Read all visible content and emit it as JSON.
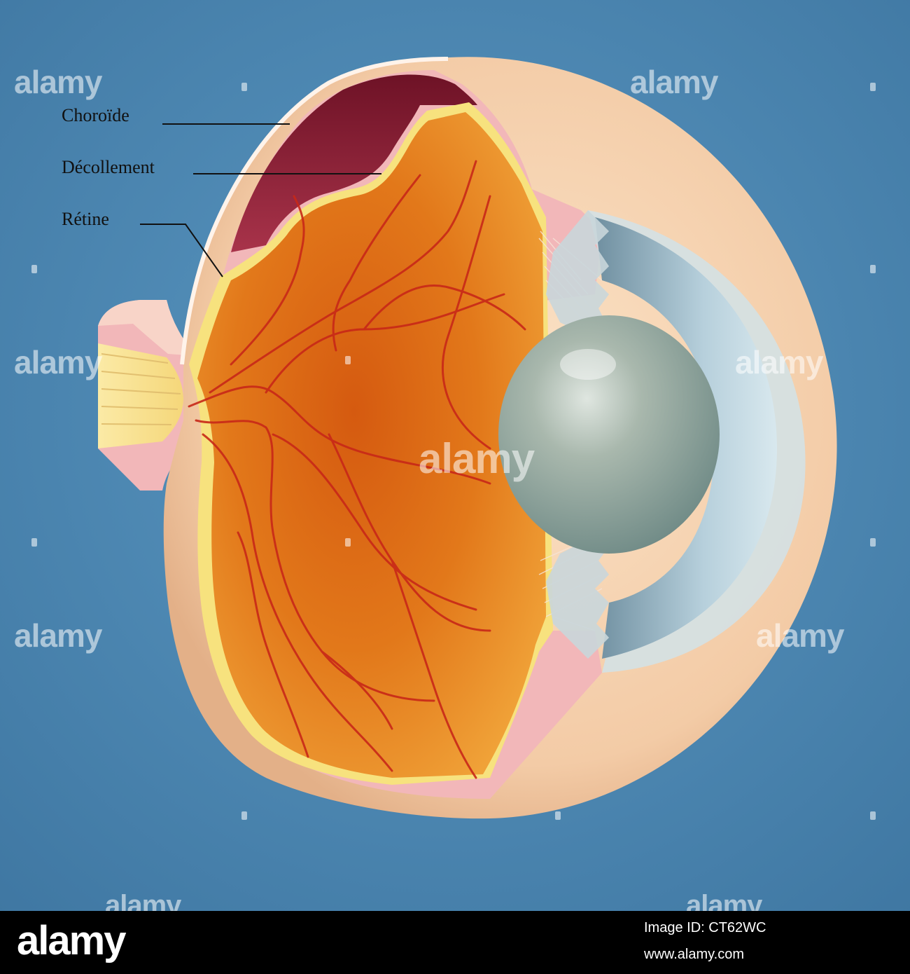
{
  "diagram": {
    "labels": {
      "choroide": "Choroïde",
      "decollement": "Décollement",
      "retine": "Rétine"
    },
    "colors": {
      "background": "#4a86b0",
      "sclera": "#f6d2b0",
      "choroid": "#f2b7b9",
      "detached_space": "#8c1c34",
      "retina": "#f7e27e",
      "vitreous": "#e2781a",
      "vessels": "#c82818",
      "lens": "#9aaba0",
      "iris": "#a8c4d2"
    }
  },
  "watermark": {
    "text": "alamy",
    "stock_id": "Image ID: CT62WC",
    "url": "www.alamy.com"
  }
}
